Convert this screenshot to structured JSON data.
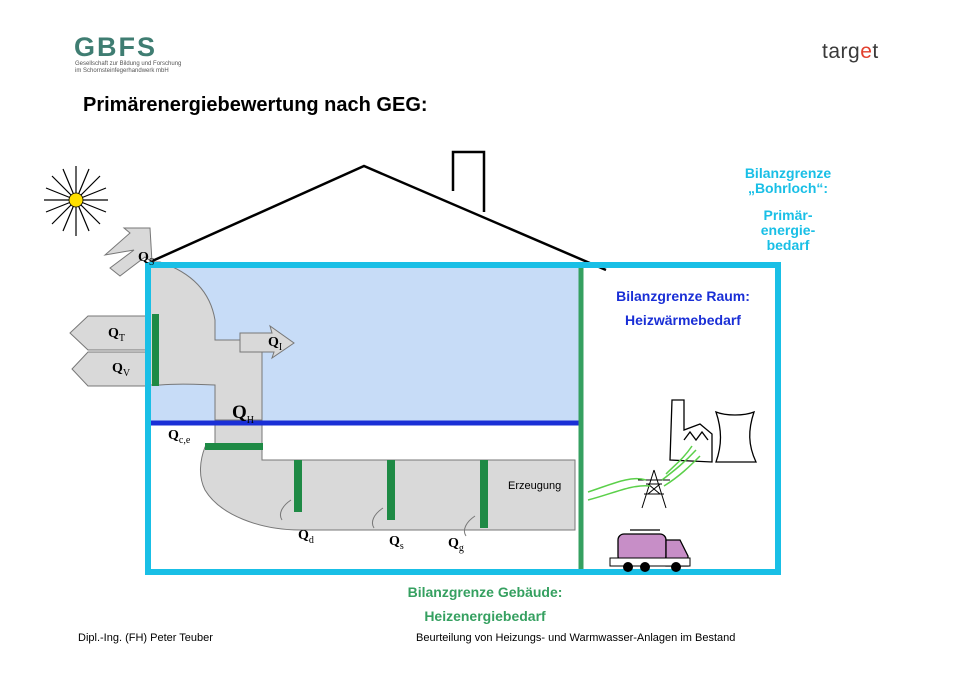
{
  "header": {
    "logo_text": "GBFS",
    "logo_subline1": "Gesellschaft zur Bildung und Forschung",
    "logo_subline2": "im Schornsteinfegerhandwerk mbH",
    "brand": "target",
    "title": "Primärenergiebewertung nach GEG:"
  },
  "labels": {
    "bohrloch_line1": "Bilanzgrenze",
    "bohrloch_line2": "„Bohrloch“:",
    "primaer_line1": "Primär-",
    "primaer_line2": "energie-",
    "primaer_line3": "bedarf",
    "raum_line1": "Bilanzgrenze Raum:",
    "raum_line2": "Heizwärmebedarf",
    "gebaeude_line1": "Bilanzgrenze Gebäude:",
    "gebaeude_line2": "Heizenergiebedarf",
    "erzeugung": "Erzeugung"
  },
  "quantities": {
    "qs_solar": {
      "base": "Q",
      "sub": "S"
    },
    "qt": {
      "base": "Q",
      "sub": "T"
    },
    "qv": {
      "base": "Q",
      "sub": "V"
    },
    "qi": {
      "base": "Q",
      "sub": "I"
    },
    "qh": {
      "base": "Q",
      "sub": "H"
    },
    "qce": {
      "base": "Q",
      "sub": "c,e"
    },
    "qd": {
      "base": "Q",
      "sub": "d"
    },
    "qs": {
      "base": "Q",
      "sub": "s"
    },
    "qg": {
      "base": "Q",
      "sub": "g"
    }
  },
  "footer": {
    "author": "Dipl.-Ing. (FH) Peter Teuber",
    "subject": "Beurteilung von Heizungs- und Warmwasser-Anlagen im Bestand"
  },
  "colors": {
    "cyan_boundary": "#19bfe6",
    "blue_boundary": "#1a2fd6",
    "green_boundary": "#35a060",
    "room_fill": "#c7dcf7",
    "flow_fill": "#d9d9d9",
    "green_bar": "#1e8a45"
  }
}
